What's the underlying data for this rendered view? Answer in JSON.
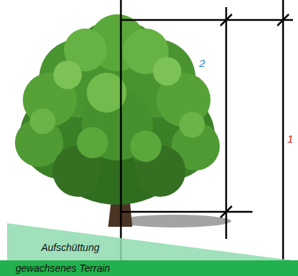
{
  "diagram": {
    "nodes": [
      {
        "text": [
          "Aufschüttung"
        ]
      },
      {
        "text": [
          "gewachsenes Terrain"
        ]
      }
    ],
    "labels": [
      "2",
      "1"
    ]
  }
}
